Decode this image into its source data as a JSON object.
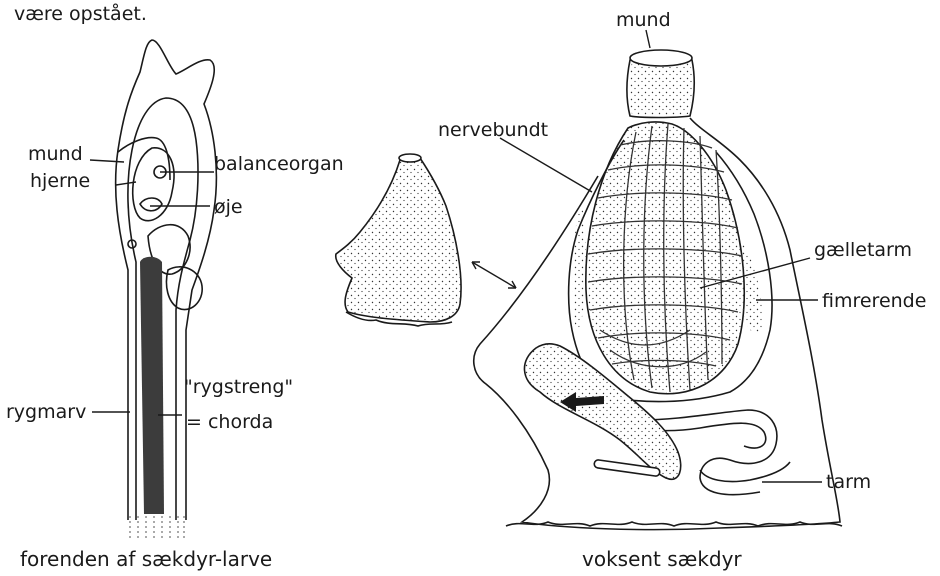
{
  "top_text": "være opstået.",
  "larva": {
    "caption": "forenden af sækdyr-larve",
    "labels": {
      "mund": "mund",
      "hjerne": "hjerne",
      "balanceorgan": "balanceorgan",
      "oje": "øje",
      "rygmarv": "rygmarv",
      "rygstreng": "\"rygstreng\"",
      "chorda": "= chorda"
    }
  },
  "adult": {
    "caption": "voksent sækdyr",
    "labels": {
      "mund": "mund",
      "nervebundt": "nervebundt",
      "gaelletarm": "gælletarm",
      "fimrerende": "fimrerende",
      "tarm": "tarm"
    }
  },
  "colors": {
    "ink": "#1a1a1a",
    "chorda": "#3c3c3c",
    "paper": "#ffffff"
  }
}
